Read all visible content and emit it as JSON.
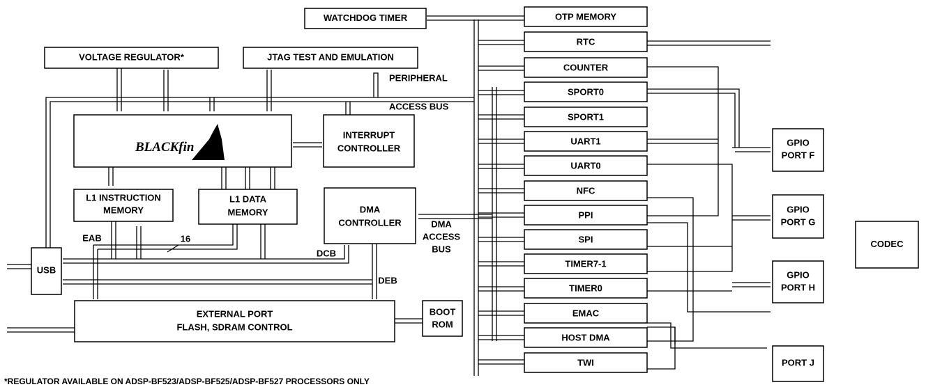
{
  "blocks": {
    "voltage_regulator": "VOLTAGE REGULATOR*",
    "jtag": "JTAG TEST AND EMULATION",
    "watchdog": "WATCHDOG TIMER",
    "core_logo": "BLACKfin",
    "interrupt_l1": "INTERRUPT",
    "interrupt_l2": "CONTROLLER",
    "l1_instr_l1": "L1 INSTRUCTION",
    "l1_instr_l2": "MEMORY",
    "l1_data_l1": "L1 DATA",
    "l1_data_l2": "MEMORY",
    "dma_l1": "DMA",
    "dma_l2": "CONTROLLER",
    "usb": "USB",
    "ext_port_l1": "EXTERNAL PORT",
    "ext_port_l2": "FLASH, SDRAM CONTROL",
    "boot_rom_l1": "BOOT",
    "boot_rom_l2": "ROM",
    "codec": "CODEC"
  },
  "peripherals": [
    "OTP MEMORY",
    "RTC",
    "COUNTER",
    "SPORT0",
    "SPORT1",
    "UART1",
    "UART0",
    "NFC",
    "PPI",
    "SPI",
    "TIMER7-1",
    "TIMER0",
    "EMAC",
    "HOST DMA",
    "TWI"
  ],
  "gpio": [
    {
      "l1": "GPIO",
      "l2": "PORT F"
    },
    {
      "l1": "GPIO",
      "l2": "PORT G"
    },
    {
      "l1": "GPIO",
      "l2": "PORT H"
    },
    {
      "l1": "PORT J",
      "l2": ""
    }
  ],
  "bus_labels": {
    "peripheral": "PERIPHERAL",
    "access_bus": "ACCESS BUS",
    "dma_access_l1": "DMA",
    "dma_access_l2": "ACCESS",
    "dma_access_l3": "BUS",
    "eab": "EAB",
    "dcb": "DCB",
    "deb": "DEB",
    "width_16": "16"
  },
  "footnote": "*REGULATOR AVAILABLE ON ADSP-BF523/ADSP-BF525/ADSP-BF527 PROCESSORS ONLY"
}
